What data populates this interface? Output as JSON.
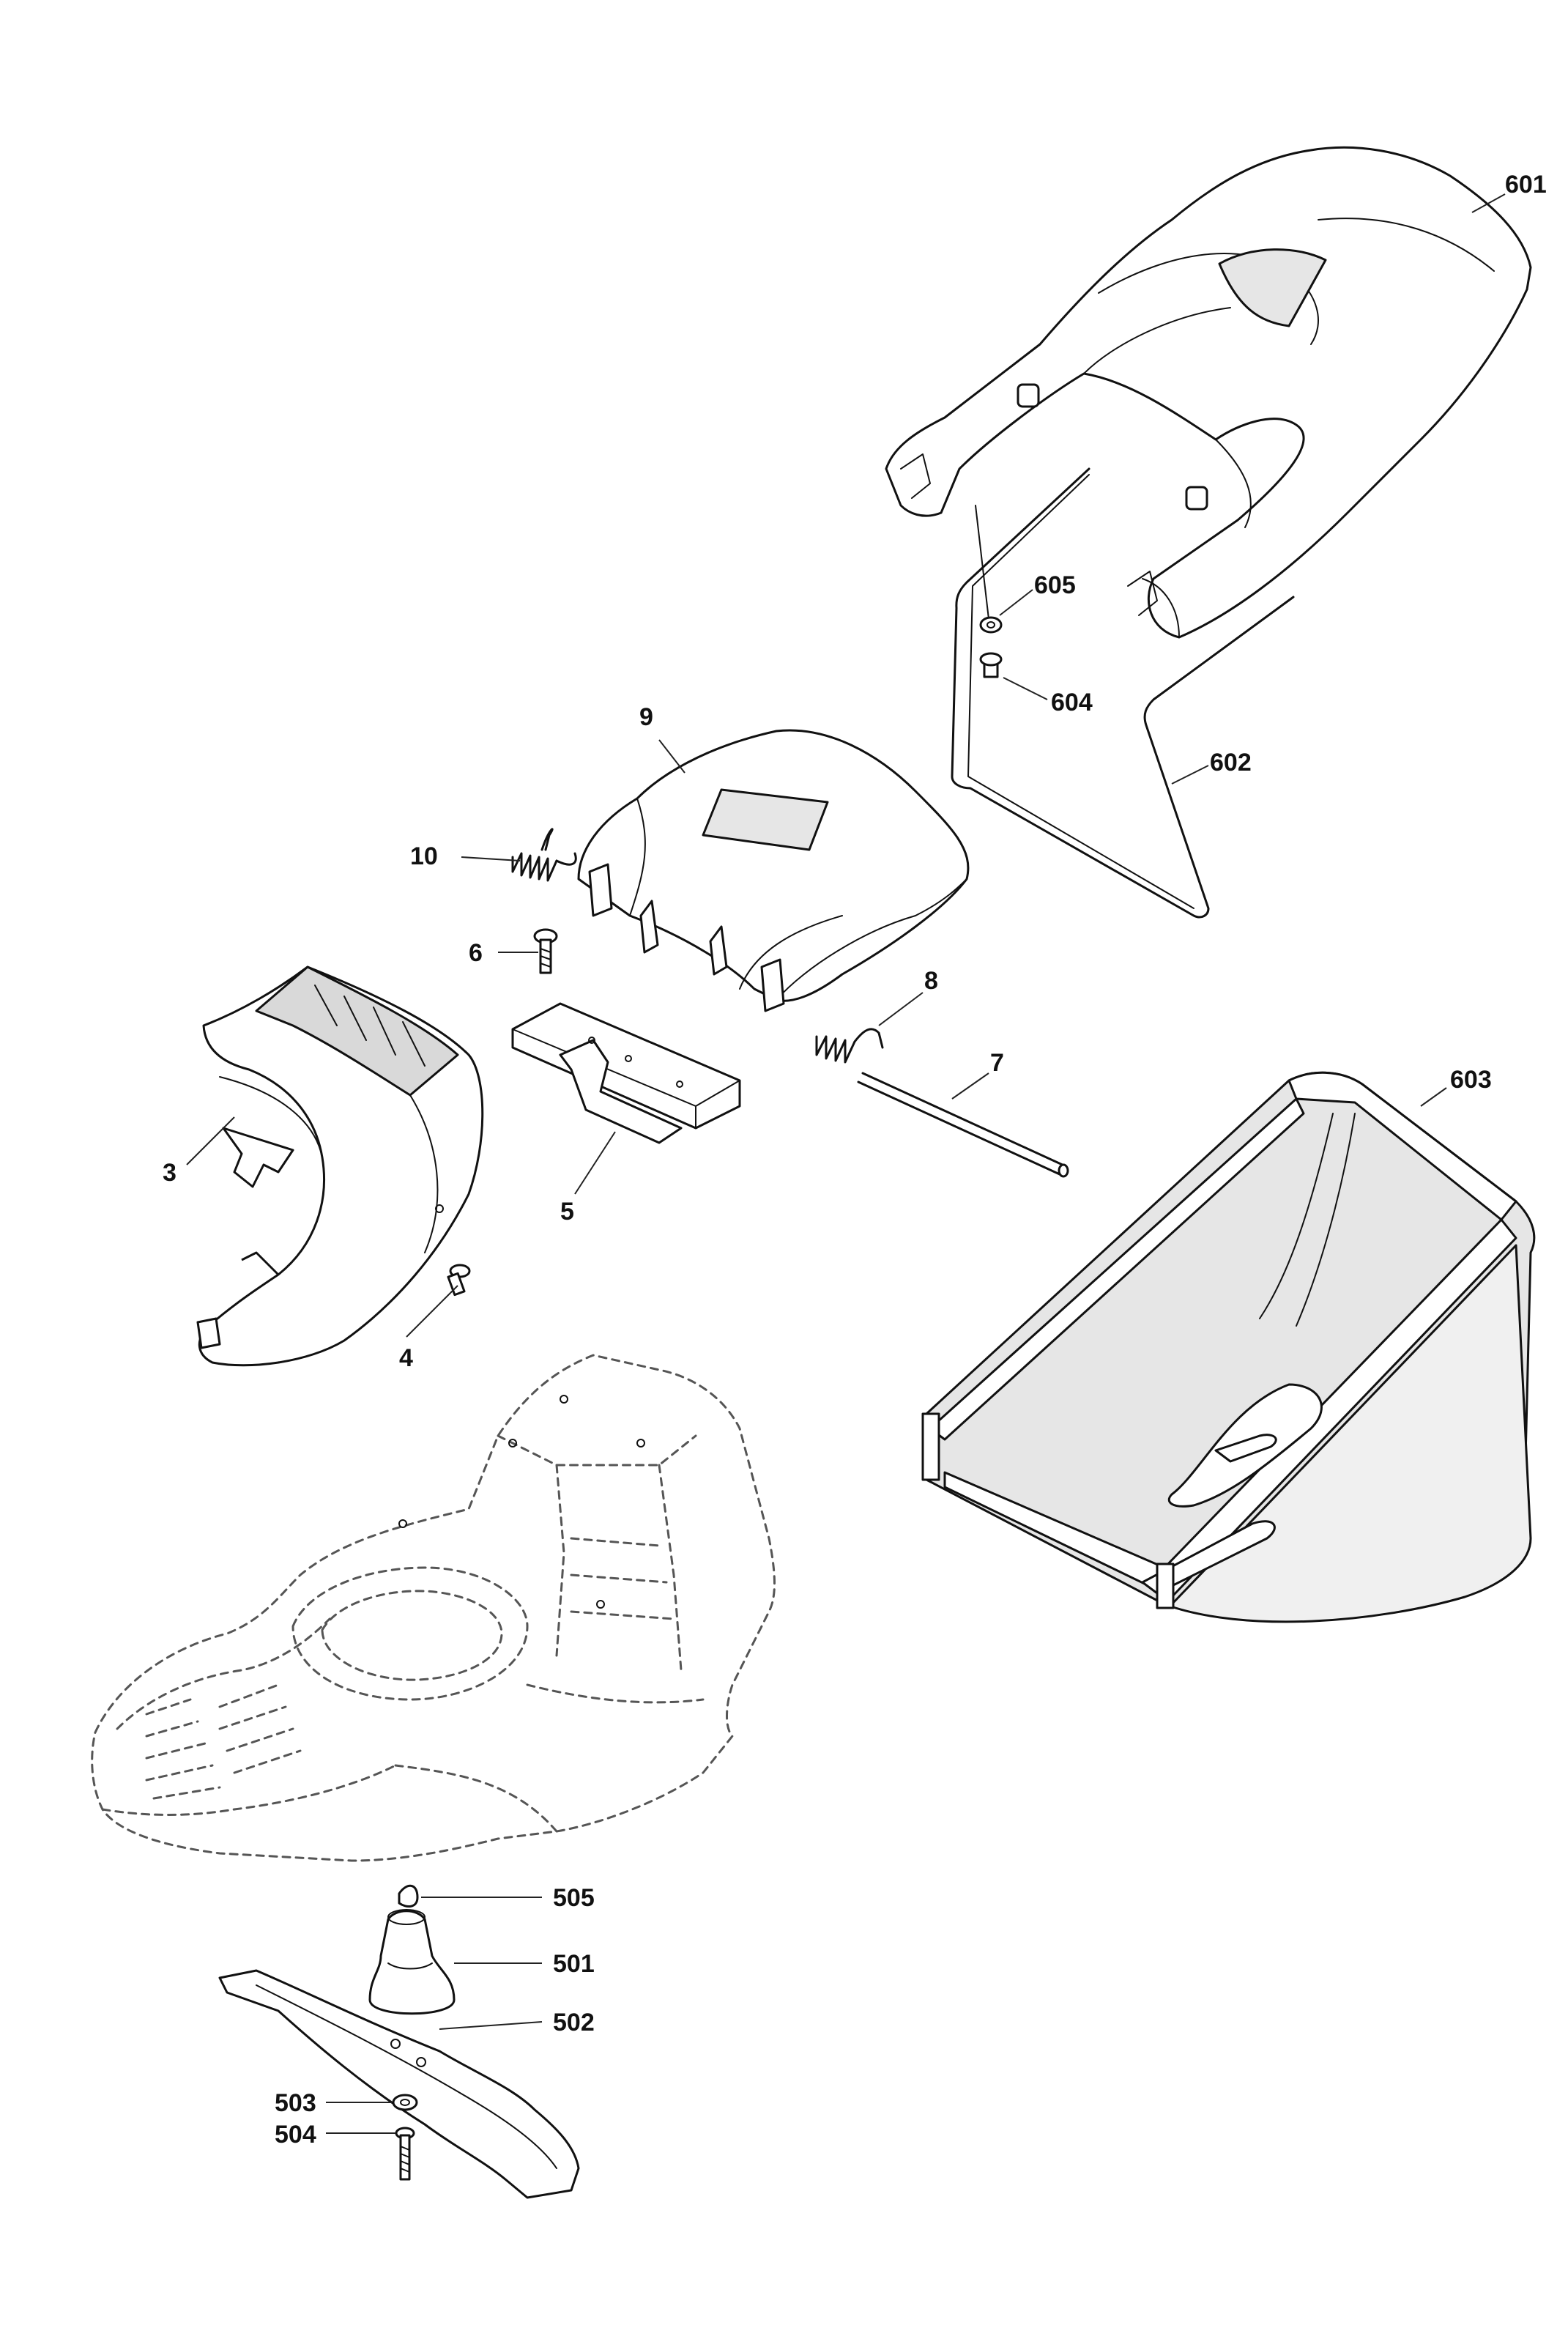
{
  "diagram": {
    "labels": {
      "p601": "601",
      "p605": "605",
      "p604": "604",
      "p602": "602",
      "p9": "9",
      "p10": "10",
      "p6": "6",
      "p8": "8",
      "p7": "7",
      "p603": "603",
      "p3": "3",
      "p5": "5",
      "p4": "4",
      "p505": "505",
      "p501": "501",
      "p502": "502",
      "p503": "503",
      "p504": "504"
    },
    "colors": {
      "line": "#111111",
      "shade": "#e6e6e6",
      "deck_outline": "#555555",
      "background": "#ffffff"
    }
  }
}
